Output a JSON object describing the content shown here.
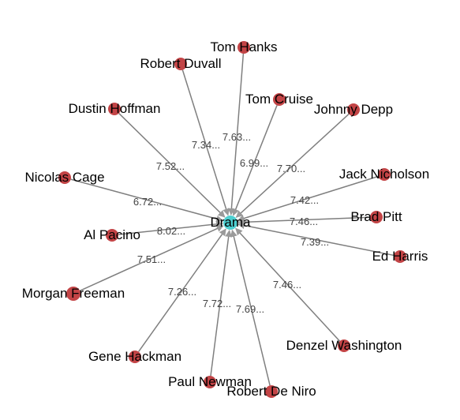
{
  "colors": {
    "edge": "#7f7f7f",
    "actor_node": "#c34446",
    "center_node": "#4dcfd0",
    "text": "#000000",
    "edge_label": "#444444"
  },
  "graph": {
    "center": {
      "label": "Drama"
    },
    "actors": [
      {
        "id": "tom-hanks",
        "label": "Tom Hanks",
        "weight": "7.63..."
      },
      {
        "id": "robert-duvall",
        "label": "Robert Duvall",
        "weight": "7.34..."
      },
      {
        "id": "tom-cruise",
        "label": "Tom Cruise",
        "weight": "6.99..."
      },
      {
        "id": "johnny-depp",
        "label": "Johnny Depp",
        "weight": "7.70..."
      },
      {
        "id": "dustin-hoffman",
        "label": "Dustin Hoffman",
        "weight": "7.52..."
      },
      {
        "id": "jack-nicholson",
        "label": "Jack Nicholson",
        "weight": "7.42..."
      },
      {
        "id": "nicolas-cage",
        "label": "Nicolas Cage",
        "weight": "6.72..."
      },
      {
        "id": "brad-pitt",
        "label": "Brad Pitt",
        "weight": "7.46..."
      },
      {
        "id": "al-pacino",
        "label": "Al Pacino",
        "weight": "8.02..."
      },
      {
        "id": "ed-harris",
        "label": "Ed Harris",
        "weight": "7.39..."
      },
      {
        "id": "morgan-freeman",
        "label": "Morgan Freeman",
        "weight": "7.51..."
      },
      {
        "id": "denzel-washington",
        "label": "Denzel Washington",
        "weight": "7.46..."
      },
      {
        "id": "gene-hackman",
        "label": "Gene Hackman",
        "weight": "7.26..."
      },
      {
        "id": "paul-newman",
        "label": "Paul Newman",
        "weight": "7.72..."
      },
      {
        "id": "robert-de-niro",
        "label": "Robert De Niro",
        "weight": "7.69..."
      }
    ]
  }
}
